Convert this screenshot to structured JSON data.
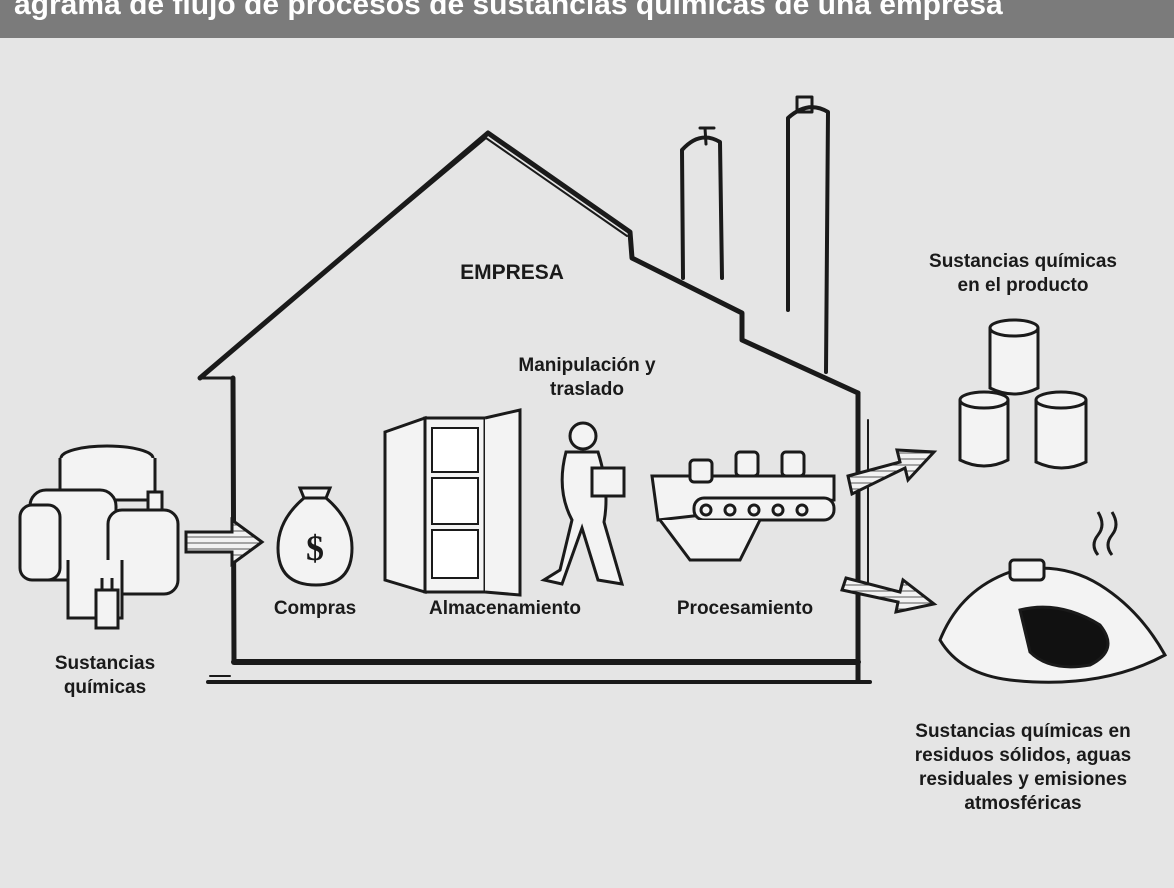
{
  "title": "agrama de flujo de procesos de sustancias químicas de una empresa",
  "labels": {
    "empresa": "EMPRESA",
    "manipulacion": "Manipulación y\ntraslado",
    "compras": "Compras",
    "almacenamiento": "Almacenamiento",
    "procesamiento": "Procesamiento",
    "sustancias_entrada": "Sustancias\nquímicas",
    "sustancias_producto": "Sustancias químicas\nen el producto",
    "sustancias_residuos": "Sustancias químicas en\nresiduos sólidos, aguas\nresiduales y emisiones\natmosféricas"
  },
  "icons": [
    "chemical-containers-icon",
    "arrow-in-icon",
    "money-bag-icon",
    "storage-cabinet-icon",
    "worker-carrying-icon",
    "conveyor-belt-icon",
    "arrow-product-icon",
    "arrow-waste-icon",
    "barrels-icon",
    "waste-pile-icon"
  ],
  "colors": {
    "background": "#e5e5e5",
    "header": "#7b7b7b",
    "ink": "#1a1a1a"
  }
}
